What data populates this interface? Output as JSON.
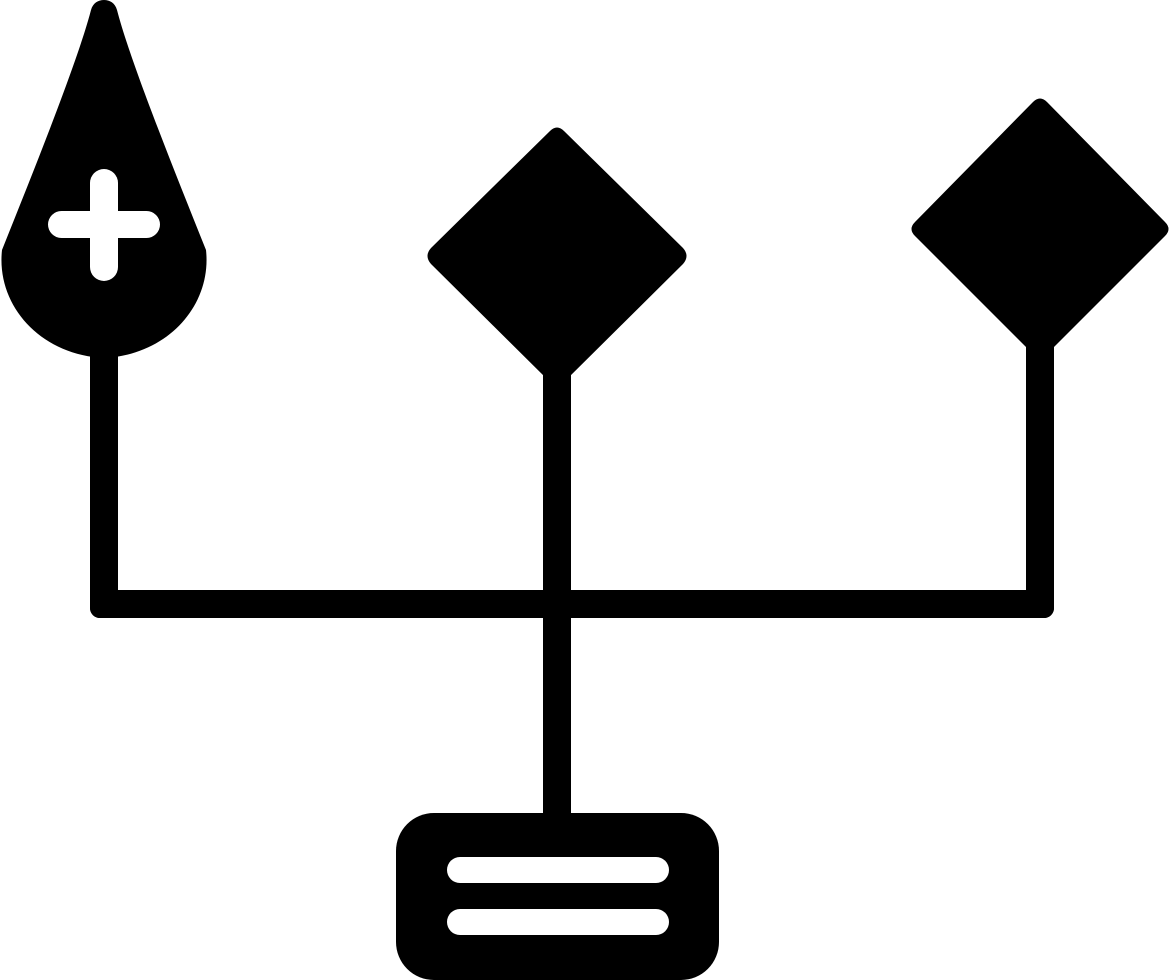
{
  "icon": {
    "name": "blood-flow-chart-glyph-icon",
    "style": "glyph",
    "fill_color": "#000000",
    "knockout_color": "#ffffff",
    "background_color": "#ffffff"
  },
  "nodes": [
    {
      "id": "drop",
      "shape": "drop-with-plus",
      "icon": "blood-drop-plus-icon"
    },
    {
      "id": "diamond-middle",
      "shape": "diamond",
      "icon": "diamond-node-icon"
    },
    {
      "id": "diamond-right",
      "shape": "diamond",
      "icon": "diamond-node-icon"
    },
    {
      "id": "document",
      "shape": "rounded-rectangle-with-lines",
      "icon": "document-lines-icon"
    }
  ]
}
